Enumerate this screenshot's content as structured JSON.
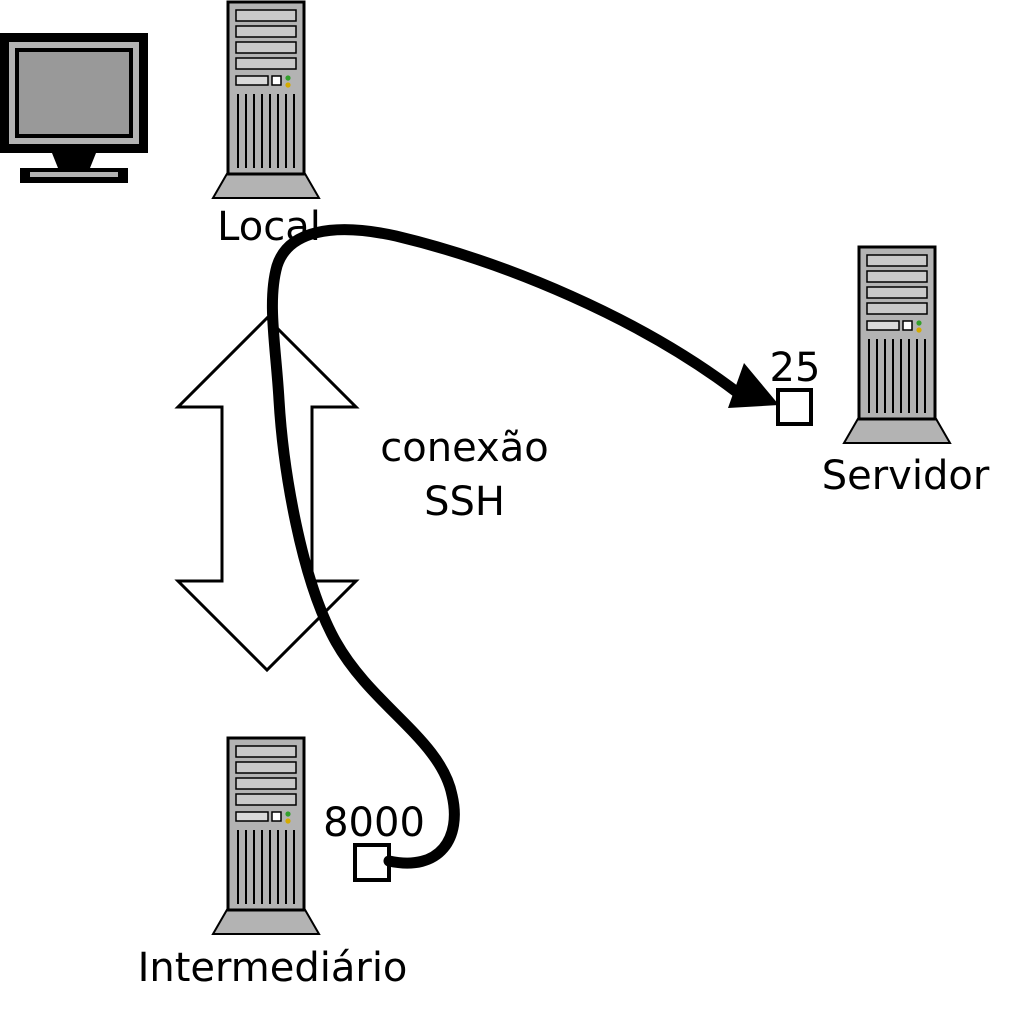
{
  "nodes": {
    "local": {
      "label": "Local"
    },
    "servidor": {
      "label": "Servidor",
      "port": "25"
    },
    "intermediario": {
      "label": "Intermediário",
      "port": "8000"
    }
  },
  "connection": {
    "line1": "conexão",
    "line2": "SSH"
  },
  "icons": {
    "monitor": "crt-monitor-icon",
    "local": "computer-tower-icon",
    "servidor": "computer-tower-icon",
    "intermediario": "computer-tower-icon",
    "ssh_link": "double-vertical-arrow-icon",
    "tunnel": "curved-tunnel-arrow-icon",
    "port": "port-square-icon"
  },
  "colors": {
    "background": "#ffffff",
    "outline": "#000000",
    "tunnel_line": "#000000",
    "arrow_fill": "#ffffff",
    "port_box_fill": "#ffffff",
    "tower_body": "#b3b3b3",
    "tower_bay": "#c9c9c9",
    "tower_base": "#b3b3b3",
    "floppy_slot": "#d9d9d9",
    "power_button": "#ffffff",
    "led_green": "#33a02c",
    "led_amber": "#d4aa00",
    "monitor_frame": "#000000",
    "monitor_bezel": "#b3b3b3",
    "monitor_screen": "#999999"
  }
}
